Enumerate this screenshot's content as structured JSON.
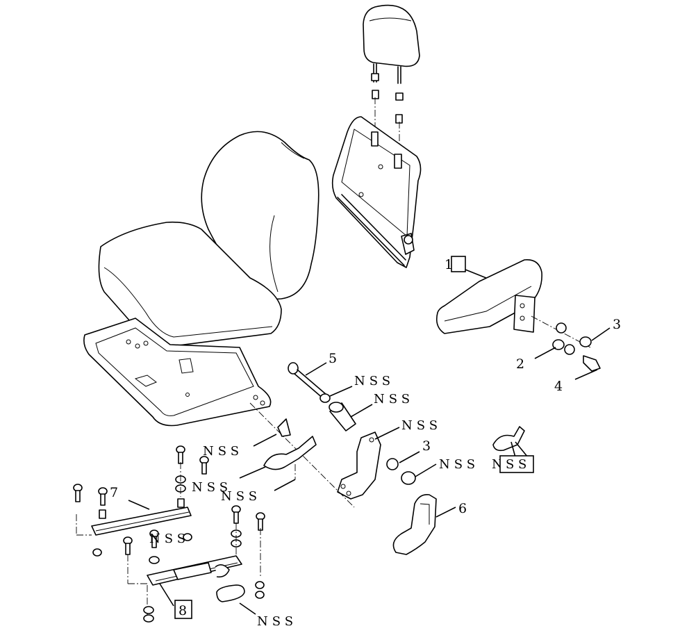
{
  "callouts": {
    "c1": "1",
    "c2": "2",
    "c3a": "3",
    "c3b": "3",
    "c4": "4",
    "c5": "5",
    "c6": "6",
    "c7": "7",
    "c8": "8"
  },
  "nss_label": "NSS",
  "nss_boxed": "SS",
  "nss_prefix": "N"
}
